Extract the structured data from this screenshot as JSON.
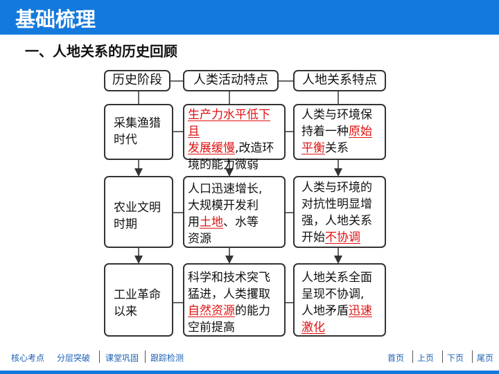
{
  "header": {
    "title": "基础梳理"
  },
  "section_title": "一、人地关系的历史回顾",
  "columns": [
    "历史阶段",
    "人类活动特点",
    "人地关系特点"
  ],
  "rows": [
    {
      "stage": [
        "采集渔猎",
        "时代"
      ],
      "activity": {
        "red1": "生产力水平低下且",
        "red2": "发展缓慢",
        "rest1": ",改造环",
        "rest2": "境的能力微弱"
      },
      "relation": {
        "l1": "人类与环境保",
        "l2a": "持着一种",
        "red1": "原始",
        "red2": "平衡",
        "l3b": "关系"
      }
    },
    {
      "stage": [
        "农业文明",
        "时期"
      ],
      "activity": {
        "l1": "人口迅速增长,",
        "l2": "大规模开发利",
        "l3a": "用",
        "red": "土地",
        "l3b": "、水等",
        "l4": "资源"
      },
      "relation": {
        "l1": "人类与环境的",
        "l2": "对抗性明显增",
        "l3": "强，人地关系",
        "l4a": "开始",
        "red": "不协调"
      }
    },
    {
      "stage": [
        "工业革命",
        "以来"
      ],
      "activity": {
        "l1": "科学和技术突飞",
        "l2": "猛进，人类攫取",
        "red": "自然资源",
        "l3b": "的能力",
        "l4": "空前提高"
      },
      "relation": {
        "l1": "人地关系全面",
        "l2": "呈现不协调,",
        "l3a": "人地矛盾",
        "red1": "迅速",
        "red2": "激化"
      }
    }
  ],
  "footer": {
    "left": [
      "核心考点",
      "分层突破",
      "课堂巩固",
      "跟踪检测"
    ],
    "right": [
      "首页",
      "上页",
      "下页",
      "尾页"
    ]
  },
  "colors": {
    "accent": "#1479dc",
    "answer": "#e01010"
  }
}
